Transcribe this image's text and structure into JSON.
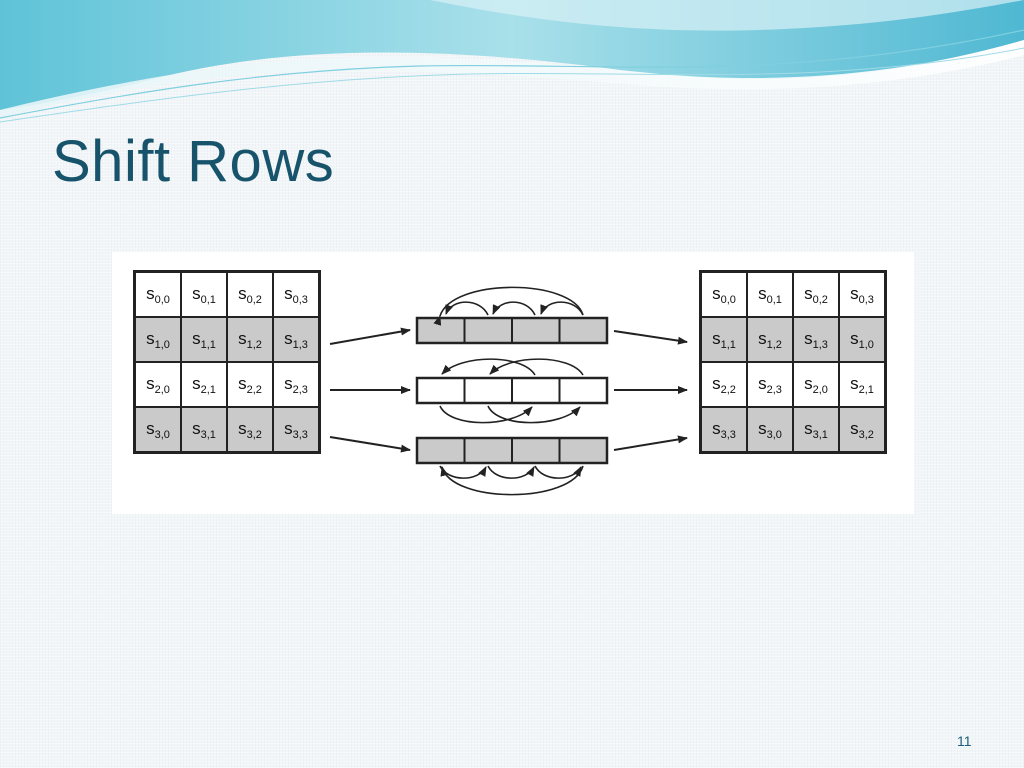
{
  "slide": {
    "title": "Shift Rows",
    "page_number": "11"
  },
  "diagram": {
    "input_matrix": [
      [
        {
          "s": "s",
          "sub": "0,0"
        },
        {
          "s": "s",
          "sub": "0,1"
        },
        {
          "s": "s",
          "sub": "0,2"
        },
        {
          "s": "s",
          "sub": "0,3"
        }
      ],
      [
        {
          "s": "s",
          "sub": "1,0"
        },
        {
          "s": "s",
          "sub": "1,1"
        },
        {
          "s": "s",
          "sub": "1,2"
        },
        {
          "s": "s",
          "sub": "1,3"
        }
      ],
      [
        {
          "s": "s",
          "sub": "2,0"
        },
        {
          "s": "s",
          "sub": "2,1"
        },
        {
          "s": "s",
          "sub": "2,2"
        },
        {
          "s": "s",
          "sub": "2,3"
        }
      ],
      [
        {
          "s": "s",
          "sub": "3,0"
        },
        {
          "s": "s",
          "sub": "3,1"
        },
        {
          "s": "s",
          "sub": "3,2"
        },
        {
          "s": "s",
          "sub": "3,3"
        }
      ]
    ],
    "output_matrix": [
      [
        {
          "s": "s",
          "sub": "0,0"
        },
        {
          "s": "s",
          "sub": "0,1"
        },
        {
          "s": "s",
          "sub": "0,2"
        },
        {
          "s": "s",
          "sub": "0,3"
        }
      ],
      [
        {
          "s": "s",
          "sub": "1,1"
        },
        {
          "s": "s",
          "sub": "1,2"
        },
        {
          "s": "s",
          "sub": "1,3"
        },
        {
          "s": "s",
          "sub": "1,0"
        }
      ],
      [
        {
          "s": "s",
          "sub": "2,2"
        },
        {
          "s": "s",
          "sub": "2,3"
        },
        {
          "s": "s",
          "sub": "2,0"
        },
        {
          "s": "s",
          "sub": "2,1"
        }
      ],
      [
        {
          "s": "s",
          "sub": "3,3"
        },
        {
          "s": "s",
          "sub": "3,0"
        },
        {
          "s": "s",
          "sub": "3,1"
        },
        {
          "s": "s",
          "sub": "3,2"
        }
      ]
    ],
    "row_shading": [
      "white",
      "gray",
      "white",
      "gray"
    ],
    "shift_amounts": [
      1,
      2,
      3
    ],
    "colors": {
      "cell_gray": "#cacaca",
      "line": "#222222",
      "title": "#17546c"
    }
  }
}
